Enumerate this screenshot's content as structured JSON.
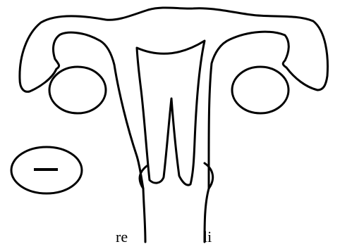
{
  "labels": {
    "right_side": "re",
    "left_side": "li"
  },
  "symbols": {
    "badge_sign": "minus"
  },
  "colors": {
    "line": "#000000",
    "background": "#ffffff"
  }
}
